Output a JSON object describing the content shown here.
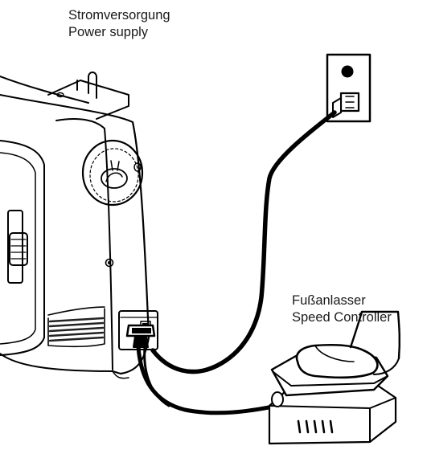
{
  "labels": {
    "power_de": "Stromversorgung",
    "power_en": "Power supply",
    "speed_de": "Fußanlasser",
    "speed_en": "Speed Controller"
  },
  "colors": {
    "ink": "#000000",
    "paper": "#ffffff",
    "vent": "#222222"
  }
}
